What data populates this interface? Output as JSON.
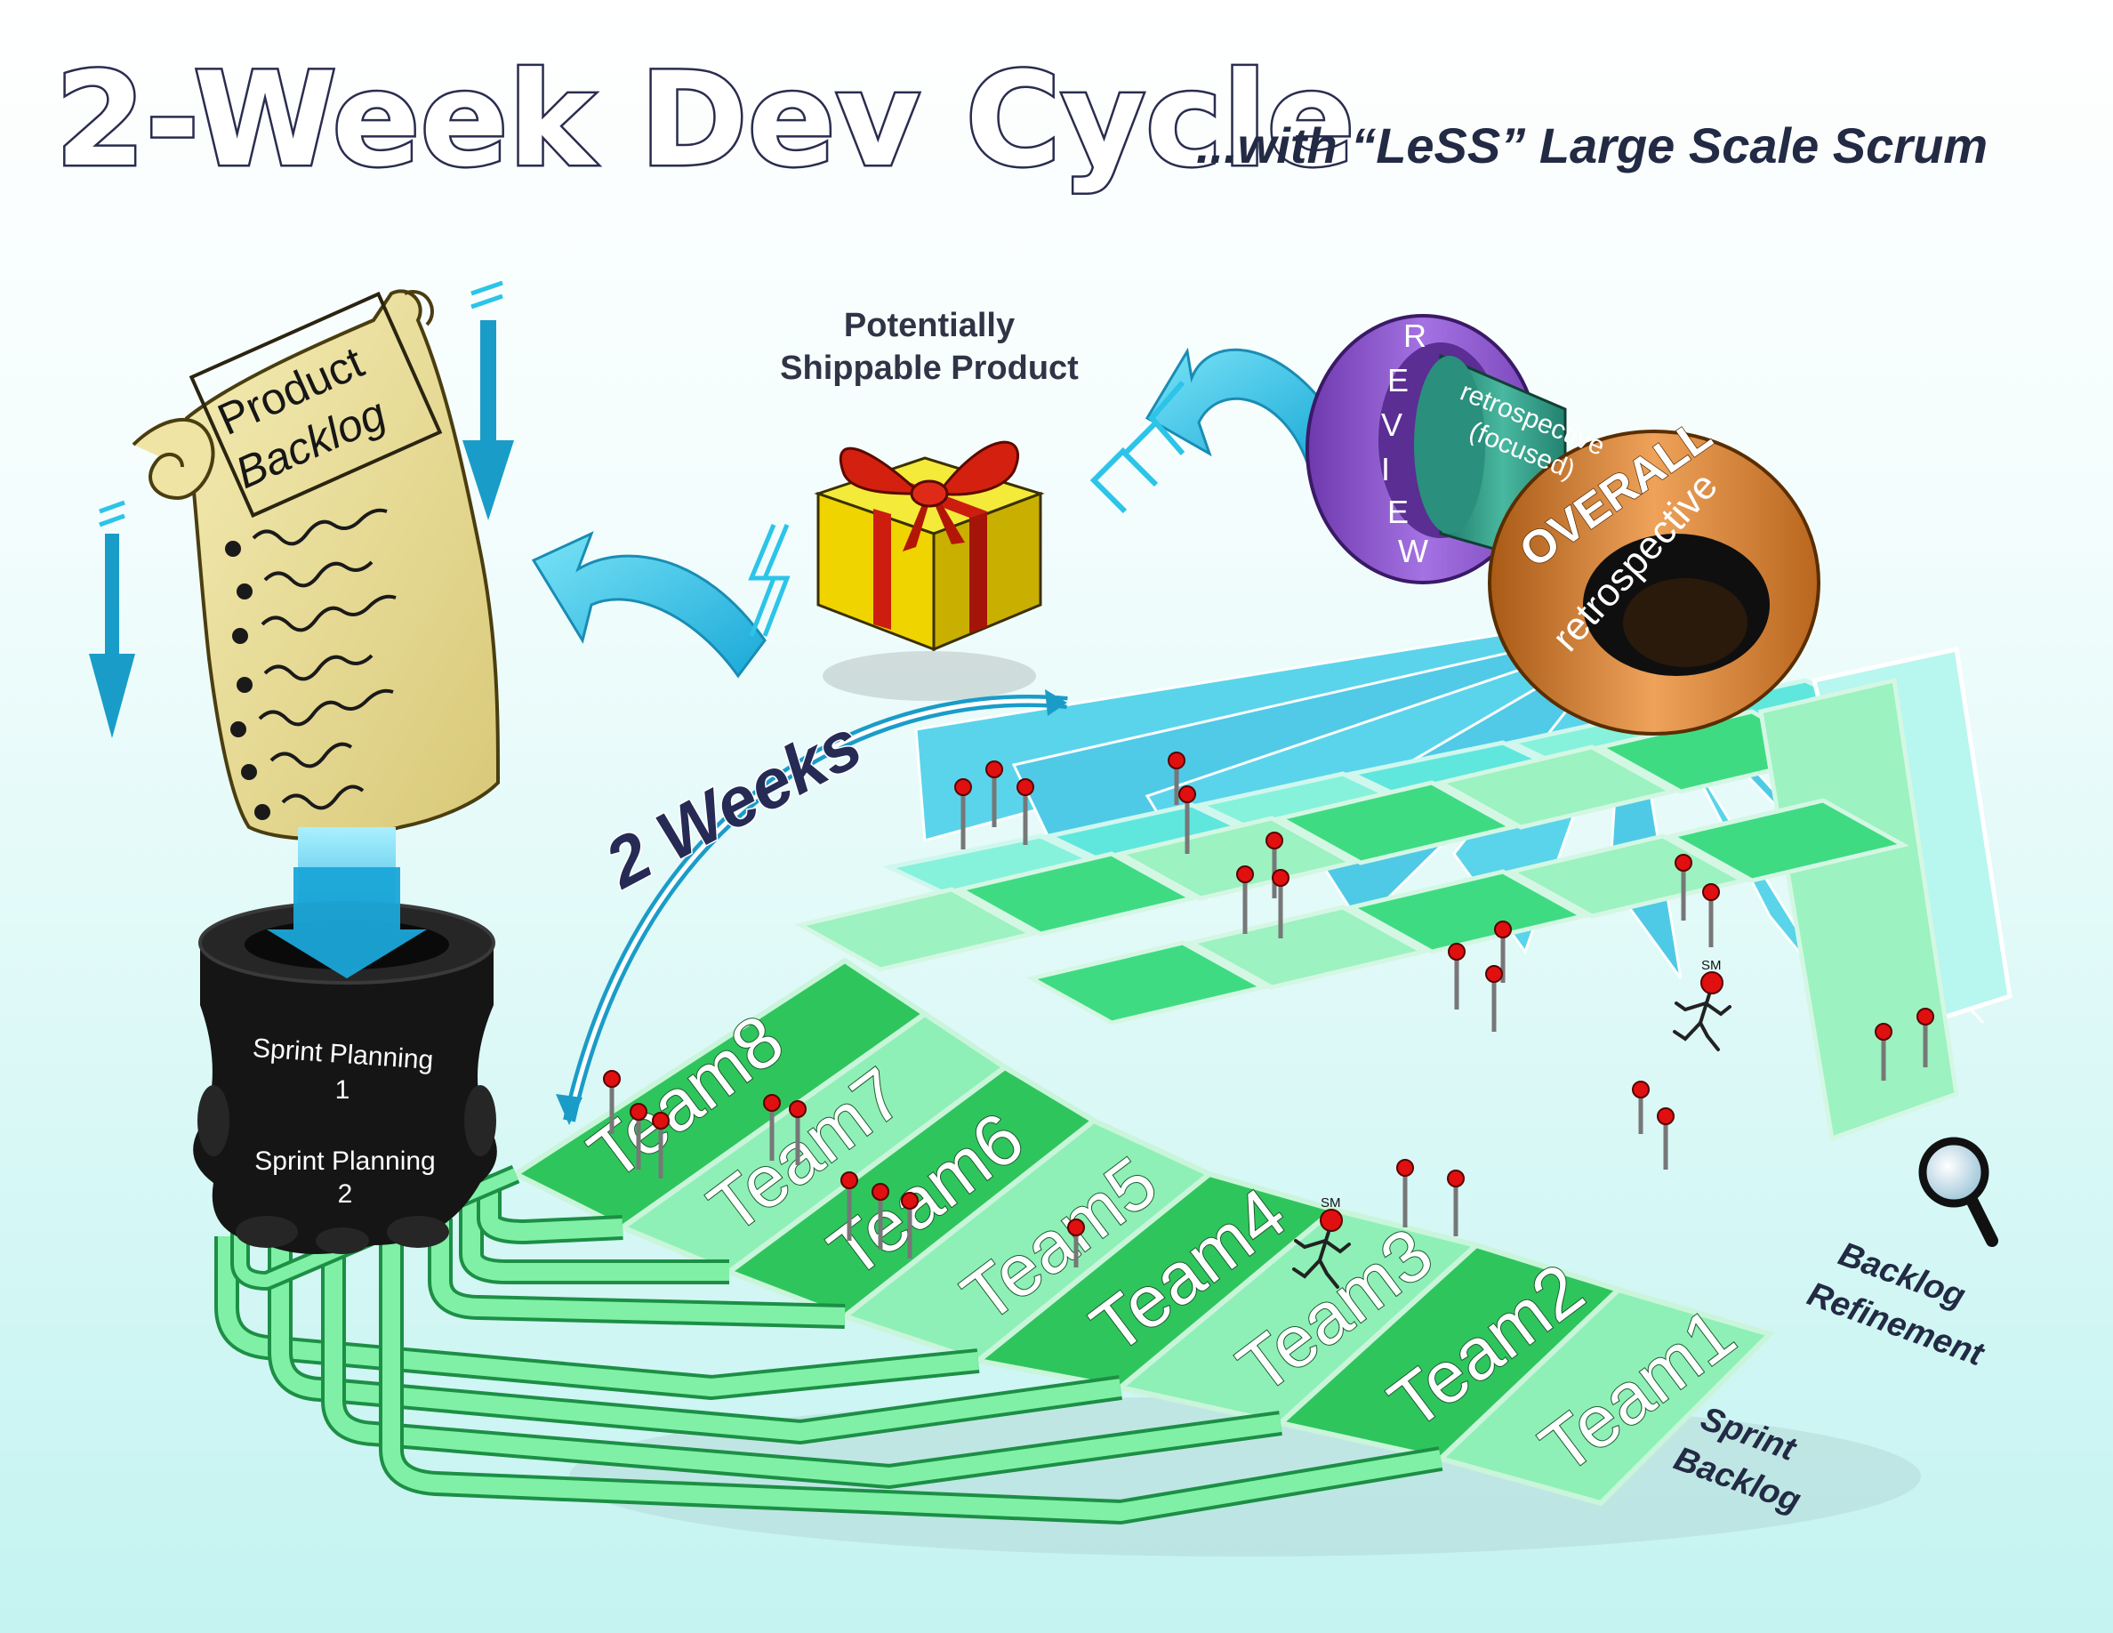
{
  "title": {
    "main": "2-Week Dev Cycle",
    "sub": "...with “LeSS” Large Scale Scrum"
  },
  "product_backlog": {
    "line1": "Product",
    "line2": "Backlog"
  },
  "sprint_planning": {
    "one": "Sprint Planning",
    "one_num": "1",
    "two": "Sprint Planning",
    "two_num": "2"
  },
  "shippable": {
    "line1": "Potentially",
    "line2": "Shippable Product"
  },
  "review": {
    "letters": [
      "R",
      "E",
      "V",
      "I",
      "E",
      "W"
    ],
    "retro_line1": "retrospective",
    "retro_line2": "(focused)",
    "overall": "OVERALL",
    "overall_sub": "retrospective"
  },
  "weeks_label": "2 Weeks",
  "teams": [
    "Team1",
    "Team2",
    "Team3",
    "Team4",
    "Team5",
    "Team6",
    "Team7",
    "Team8"
  ],
  "scrum_master_badge": "SM",
  "backlog_refinement": {
    "line1": "Backlog",
    "line2": "Refinement"
  },
  "sprint_backlog": {
    "line1": "Sprint",
    "line2": "Backlog"
  },
  "colors": {
    "title_stroke": "#2a2d4f",
    "team_dark": "#1fb045",
    "team_light": "#7ee8a8",
    "arrow_cyan": "#2cc4e8",
    "review_purple": "#8a4fc8",
    "retro_teal": "#2d9c86",
    "overall_orange": "#d07d2c",
    "gift_yellow": "#f2e600",
    "ribbon_red": "#cc1d0f",
    "scroll_tan": "#e9de9c"
  },
  "icons": [
    "magnifier-icon",
    "gift-icon",
    "scroll-icon",
    "push-pin-icon",
    "running-figure-icon"
  ]
}
